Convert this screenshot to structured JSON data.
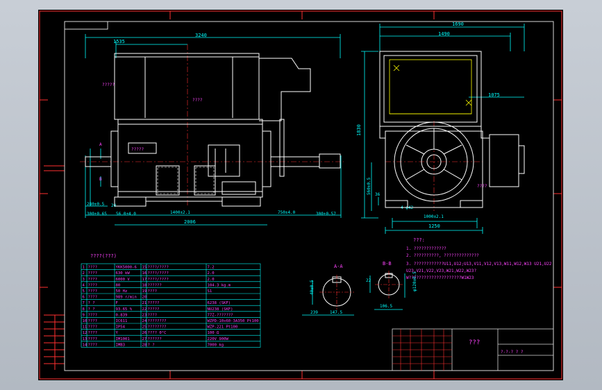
{
  "colors": {
    "background": "#000000",
    "frame": "#d8d8d8",
    "border_red": "#ff3030",
    "dimension": "#00ffff",
    "table_text": "#ff44ff",
    "note_text": "#ff44ff",
    "center_line": "#ff3030",
    "geometry": "#ffffff",
    "annotation_yellow": "#ffff00",
    "app_chrome": "#c0c6ce"
  },
  "dimensions": {
    "front": {
      "overall_length": "3240",
      "top_offset": "1535",
      "length_bottom": "2006",
      "feet_spacing": "1400±2.1",
      "shaft_overhang": "750±4.0",
      "left_mount": "300±0.65",
      "mid_mount": "56.0±4.0",
      "base_height": "280±0.5",
      "left_small": "20",
      "right_small": "300±0.57",
      "label_marker": "????",
      "nameplate": "?????",
      "section_a": "A",
      "section_b": "B",
      "small_a": "?????"
    },
    "side": {
      "overall_width": "1690",
      "top_width": "1490",
      "right_offset": "1075",
      "overall_height": "1830",
      "shaft_height": "560±0.5",
      "foot_height": "36",
      "feet_width": "1000±2.1",
      "base_width": "1250",
      "holes": "4-φ42",
      "rotation_label": "????"
    }
  },
  "section_views": {
    "a_label": "A-A",
    "a_keyway": "40±0.5",
    "a_dim1": "239",
    "a_dim2": "147.5",
    "b_label": "B-B",
    "b_keyway": "22",
    "b_height": "φ120±0.5",
    "b_width": "106.5"
  },
  "spec_table": {
    "title": "????(???)",
    "rows": [
      {
        "n1": "1",
        "k1": "????",
        "v1": "YKK5000-6",
        "n2": "15",
        "k2": "????/????",
        "v2": "7.2"
      },
      {
        "n1": "2",
        "k1": "????",
        "v1": "630 kW",
        "n2": "16",
        "k2": "????/????",
        "v2": "2.0"
      },
      {
        "n1": "3",
        "k1": "????",
        "v1": "6000 V",
        "n2": "17",
        "k2": "????/????",
        "v2": "2.0"
      },
      {
        "n1": "4",
        "k1": "????",
        "v1": "80",
        "n2": "18",
        "k2": "??????",
        "v2": "104.3 kg.m"
      },
      {
        "n1": "5",
        "k1": "????",
        "v1": "50 Hz",
        "n2": "19",
        "k2": "????",
        "v2": "S1"
      },
      {
        "n1": "6",
        "k1": "????",
        "v1": "989 r/min",
        "n2": "20",
        "k2": "",
        "v2": ""
      },
      {
        "n1": "7",
        "k1": "?  ?",
        "v1": "F",
        "n2": "21",
        "k2": "?????",
        "v2": "6238  (SKF)"
      },
      {
        "n1": "8",
        "k1": "?  ?",
        "v1": "93.65 %",
        "n2": "22",
        "k2": "?????",
        "v2": "NU238   (SKF)"
      },
      {
        "n1": "9",
        "k1": "????",
        "v1": "0.839",
        "n2": "23",
        "k2": "????",
        "v2": "77Z-???????"
      },
      {
        "n1": "10",
        "k1": "????",
        "v1": "IC611",
        "n2": "24",
        "k2": "????????",
        "v2": "WZPD-10x60-3A350 Pt100"
      },
      {
        "n1": "11",
        "k1": "????",
        "v1": "IP54",
        "n2": "25",
        "k2": "????????",
        "v2": "WZP-221 Pt100"
      },
      {
        "n1": "12",
        "k1": "????",
        "v1": "Y",
        "n2": "26",
        "k2": "????  0°C",
        "v2": "100 Ω"
      },
      {
        "n1": "13",
        "k1": "????",
        "v1": "IM1001",
        "n2": "27",
        "k2": "??????",
        "v2": "220V 900W"
      },
      {
        "n1": "14",
        "k1": "????",
        "v1": "IMB3",
        "n2": "28",
        "k2": "?  ?",
        "v2": "7000 kg"
      }
    ]
  },
  "notes": {
    "title": "???:",
    "lines": [
      "1. ?????????????",
      "2. ??????????, ??????????????",
      "3. ????????????U11,U12;U13,V11,V12,V13,W11,W12,W13 U21,U22",
      "   U23,V21,V22,V23,W21,W22,W23?",
      "   W?????????????????????W1W23"
    ]
  },
  "title_block": {
    "drawing_title": "???",
    "right_labels": "?-?-? ? ?"
  }
}
